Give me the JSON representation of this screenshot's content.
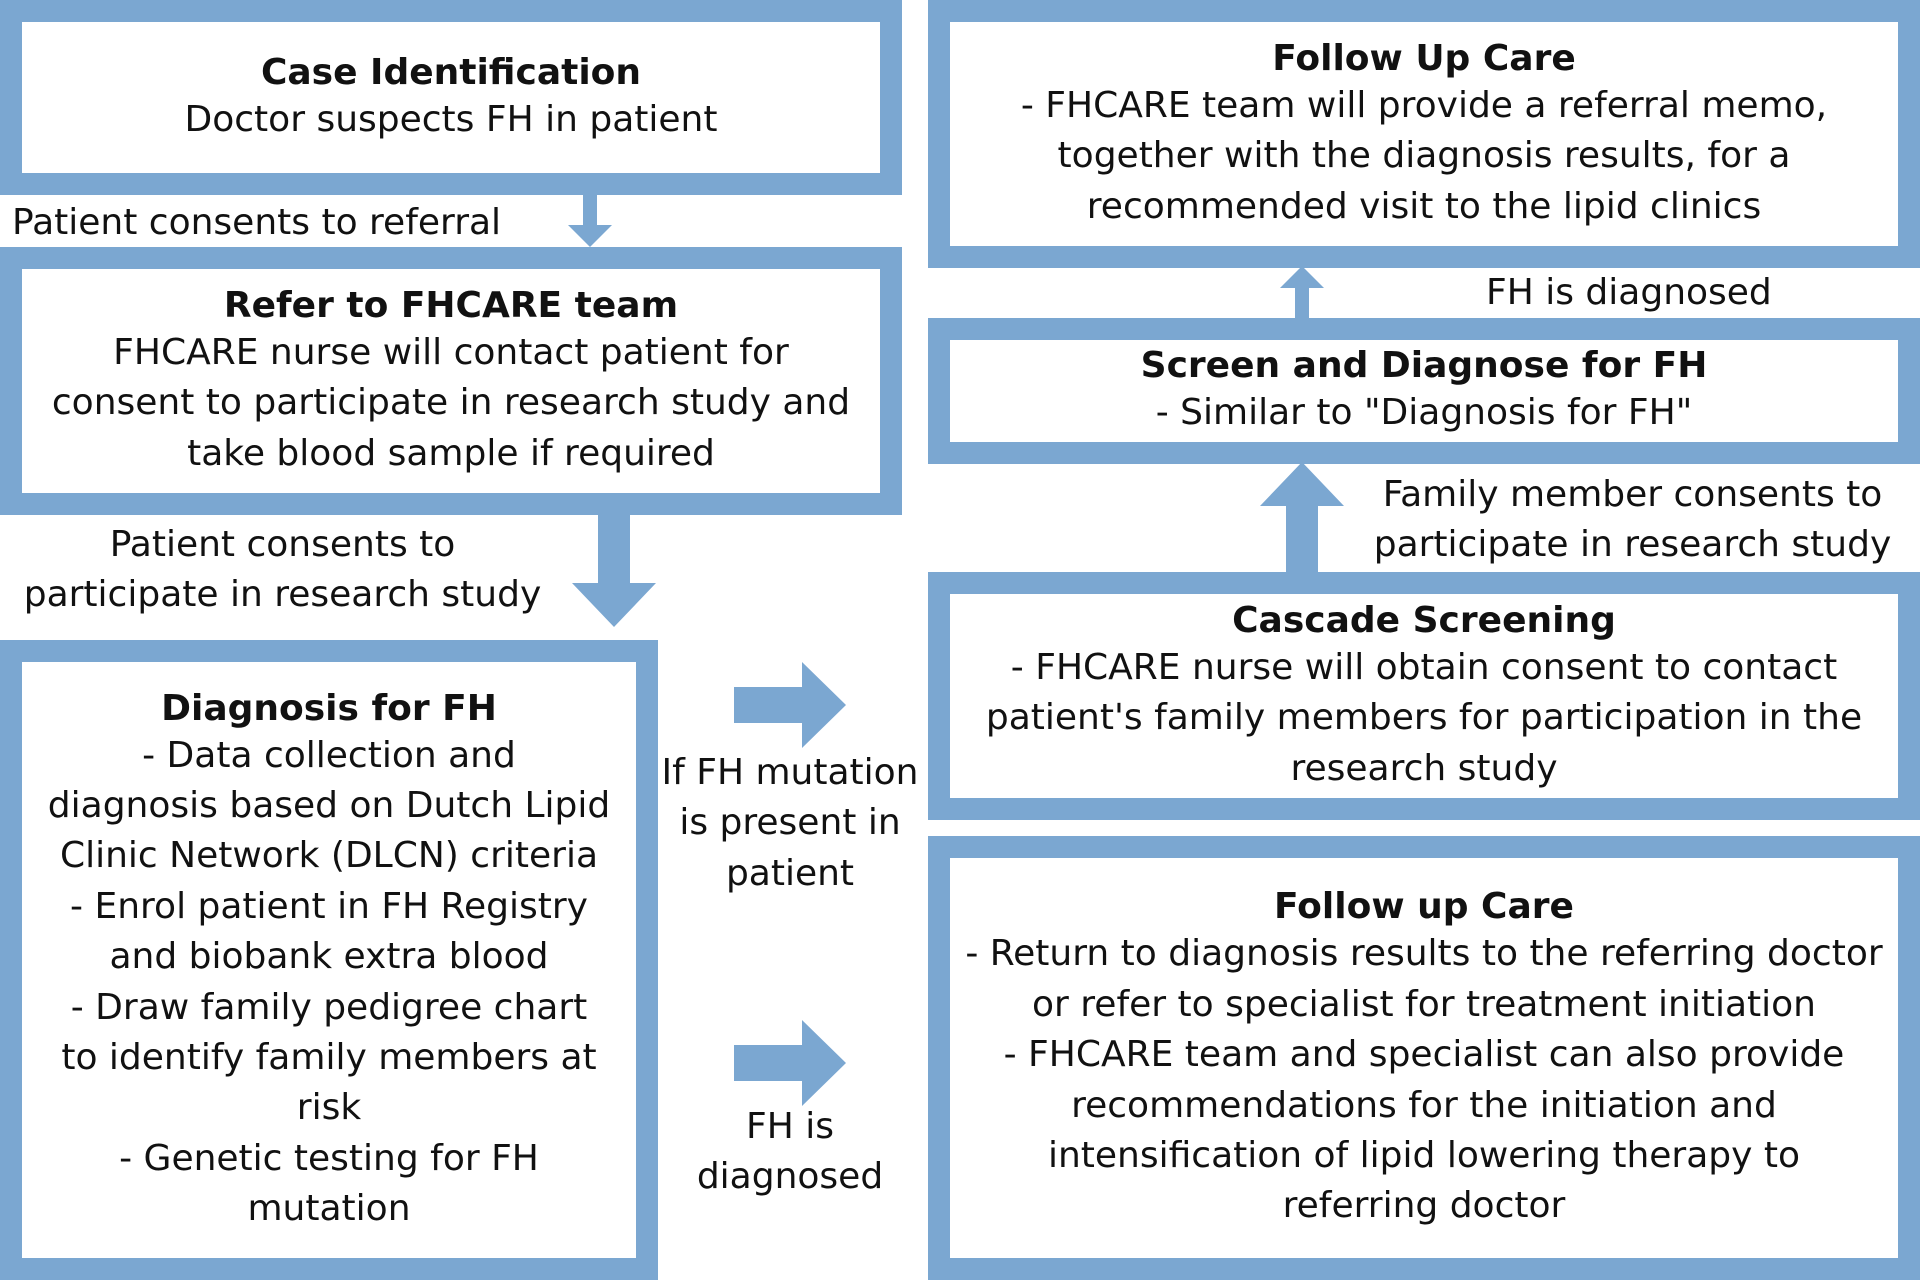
{
  "colors": {
    "accent": "#7ba7d1",
    "text": "#111111",
    "background": "#ffffff"
  },
  "boxes": {
    "case_identification": {
      "title": "Case Identification",
      "body": "Doctor suspects FH in patient"
    },
    "refer_fhcare": {
      "title": "Refer to FHCARE team",
      "body": "FHCARE nurse will contact patient for\nconsent to participate in research study and\ntake blood sample if required"
    },
    "diagnosis_fh": {
      "title": "Diagnosis for FH",
      "body": "- Data collection and\ndiagnosis based on Dutch Lipid\nClinic Network (DLCN) criteria\n- Enrol patient in FH Registry\nand biobank extra blood\n- Draw family pedigree chart\nto identify family members at\nrisk\n- Genetic testing for FH\nmutation"
    },
    "follow_up_top": {
      "title": "Follow Up Care",
      "body": "- FHCARE team will provide a referral memo,\ntogether with the diagnosis results, for a\nrecommended visit to the lipid clinics"
    },
    "screen_diagnose": {
      "title": "Screen and Diagnose for FH",
      "body": "- Similar to \"Diagnosis for FH\""
    },
    "cascade_screening": {
      "title": "Cascade Screening",
      "body": "- FHCARE nurse will obtain consent to contact\npatient's family members for participation in the\nresearch study"
    },
    "follow_up_bottom": {
      "title": "Follow up Care",
      "body": "- Return to diagnosis results to the referring doctor\nor refer to specialist for treatment initiation\n- FHCARE team and specialist can also provide\nrecommendations for the initiation and\nintensification of lipid lowering therapy to\nreferring doctor"
    }
  },
  "labels": {
    "consents_referral": "Patient consents to referral",
    "consents_research": "Patient consents to\nparticipate in research study",
    "mutation_present": "If FH mutation\nis present in\npatient",
    "fh_diagnosed_bottom": "FH is\ndiagnosed",
    "family_consents": "Family member consents to\nparticipate in research study",
    "fh_diagnosed_top": "FH is diagnosed"
  },
  "arrows": [
    {
      "from": "case_identification",
      "to": "refer_fhcare",
      "direction": "down",
      "label": "consents_referral"
    },
    {
      "from": "refer_fhcare",
      "to": "diagnosis_fh",
      "direction": "down",
      "label": "consents_research"
    },
    {
      "from": "diagnosis_fh",
      "to": "cascade_screening",
      "direction": "right",
      "label": "mutation_present"
    },
    {
      "from": "diagnosis_fh",
      "to": "follow_up_bottom",
      "direction": "right",
      "label": "fh_diagnosed_bottom"
    },
    {
      "from": "cascade_screening",
      "to": "screen_diagnose",
      "direction": "up",
      "label": "family_consents"
    },
    {
      "from": "screen_diagnose",
      "to": "follow_up_top",
      "direction": "up",
      "label": "fh_diagnosed_top"
    }
  ]
}
